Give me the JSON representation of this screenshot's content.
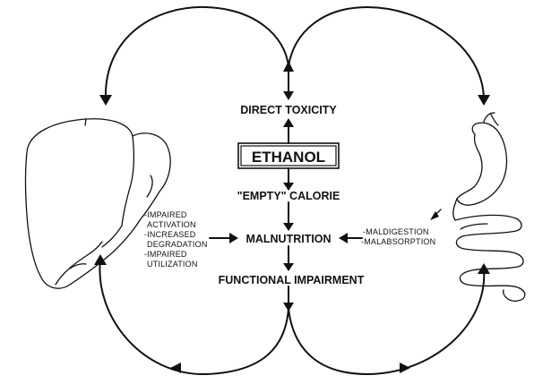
{
  "diagram": {
    "labels": {
      "direct_toxicity": "DIRECT TOXICITY",
      "ethanol": "ETHANOL",
      "empty_calorie": "\"EMPTY\" CALORIE",
      "malnutrition": "MALNUTRITION",
      "functional_impairment": "FUNCTIONAL IMPAIRMENT"
    },
    "liver_effects": [
      "-IMPAIRED",
      "ACTIVATION",
      "-INCREASED",
      "DEGRADATION",
      "-IMPAIRED",
      "UTILIZATION"
    ],
    "gut_effects": [
      "-MALDIGESTION",
      "-MALABSORPTION"
    ],
    "organs": {
      "liver_icon": "liver",
      "gut_icon": "stomach-and-intestine"
    }
  }
}
